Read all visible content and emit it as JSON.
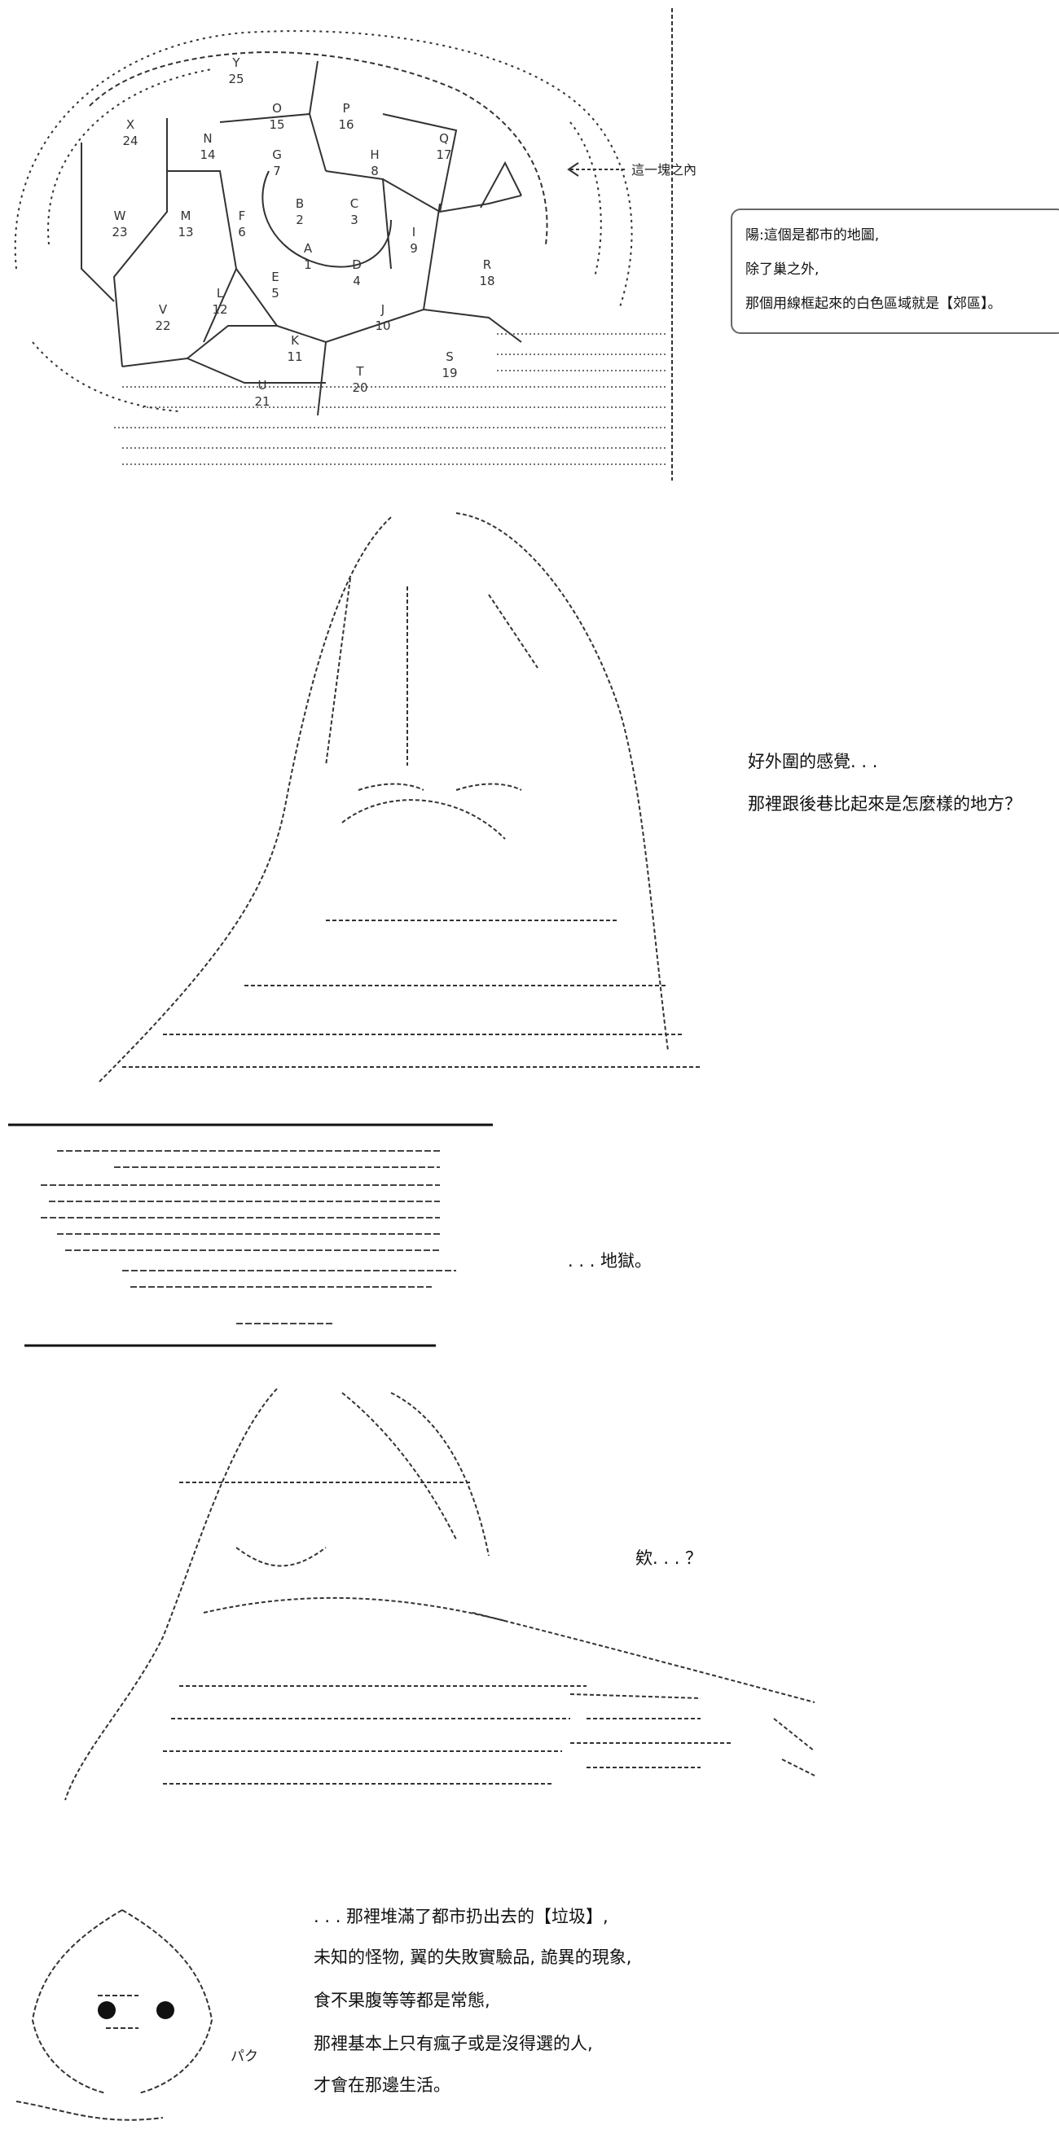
{
  "panel1": {
    "region_labels": [
      {
        "letter": "Y",
        "number": "25"
      },
      {
        "letter": "X",
        "number": "24"
      },
      {
        "letter": "O",
        "number": "15"
      },
      {
        "letter": "P",
        "number": "16"
      },
      {
        "letter": "N",
        "number": "14"
      },
      {
        "letter": "G",
        "number": "7"
      },
      {
        "letter": "H",
        "number": "8"
      },
      {
        "letter": "Q",
        "number": "17"
      },
      {
        "letter": "W",
        "number": "23"
      },
      {
        "letter": "M",
        "number": "13"
      },
      {
        "letter": "F",
        "number": "6"
      },
      {
        "letter": "B",
        "number": "2"
      },
      {
        "letter": "C",
        "number": "3"
      },
      {
        "letter": "I",
        "number": "9"
      },
      {
        "letter": "A",
        "number": "1"
      },
      {
        "letter": "E",
        "number": "5"
      },
      {
        "letter": "D",
        "number": "4"
      },
      {
        "letter": "R",
        "number": "18"
      },
      {
        "letter": "L",
        "number": "12"
      },
      {
        "letter": "V",
        "number": "22"
      },
      {
        "letter": "J",
        "number": "10"
      },
      {
        "letter": "K",
        "number": "11"
      },
      {
        "letter": "S",
        "number": "19"
      },
      {
        "letter": "T",
        "number": "20"
      },
      {
        "letter": "U",
        "number": "21"
      }
    ],
    "arrow_note": "這一塊之內",
    "dialog_lines": [
      "陽:這個是都市的地圖,",
      "除了巢之外,",
      "那個用線框起來的白色區域就是【郊區】。"
    ]
  },
  "panel2": {
    "lines": [
      "好外圍的感覺. . .",
      "那裡跟後巷比起來是怎麼樣的地方？"
    ]
  },
  "panel3": {
    "lines": [
      ". . . 地獄。"
    ]
  },
  "panel4": {
    "lines": [
      "欸. . . ？"
    ]
  },
  "panel5": {
    "sfx": "パク",
    "lines": [
      ". . . 那裡堆滿了都市扔出去的【垃圾】,",
      "未知的怪物, 翼的失敗實驗品, 詭異的現象,",
      "食不果腹等等都是常態,",
      "那裡基本上只有瘋子或是沒得選的人,",
      "才會在那邊生活。"
    ]
  }
}
